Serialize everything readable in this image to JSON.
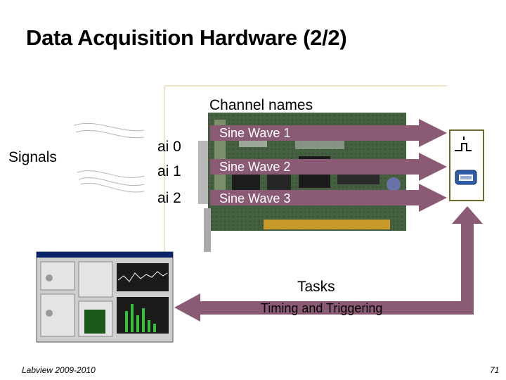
{
  "slide": {
    "title": "Data Acquisition Hardware (2/2)",
    "footer_left": "Labview 2009-2010",
    "page_number": "71"
  },
  "diagram": {
    "channel_names_label": "Channel names",
    "signals_label": "Signals",
    "channels": [
      {
        "physical": "ai 0",
        "name": "Sine Wave 1"
      },
      {
        "physical": "ai 1",
        "name": "Sine Wave 2"
      },
      {
        "physical": "ai 2",
        "name": "Sine Wave 3"
      }
    ],
    "tasks_label": "Tasks",
    "timing_label": "Timing and Triggering"
  },
  "colors": {
    "arrow": "#8b5a75",
    "board_green": "#3f5a3c",
    "task_box_border": "#6b6b2a",
    "ghost_line": "#f0e6c4"
  },
  "icons": [
    "signal-wave-icon",
    "trigger-icon",
    "clock-icon",
    "daq-card-image",
    "labview-screenshot-image"
  ]
}
